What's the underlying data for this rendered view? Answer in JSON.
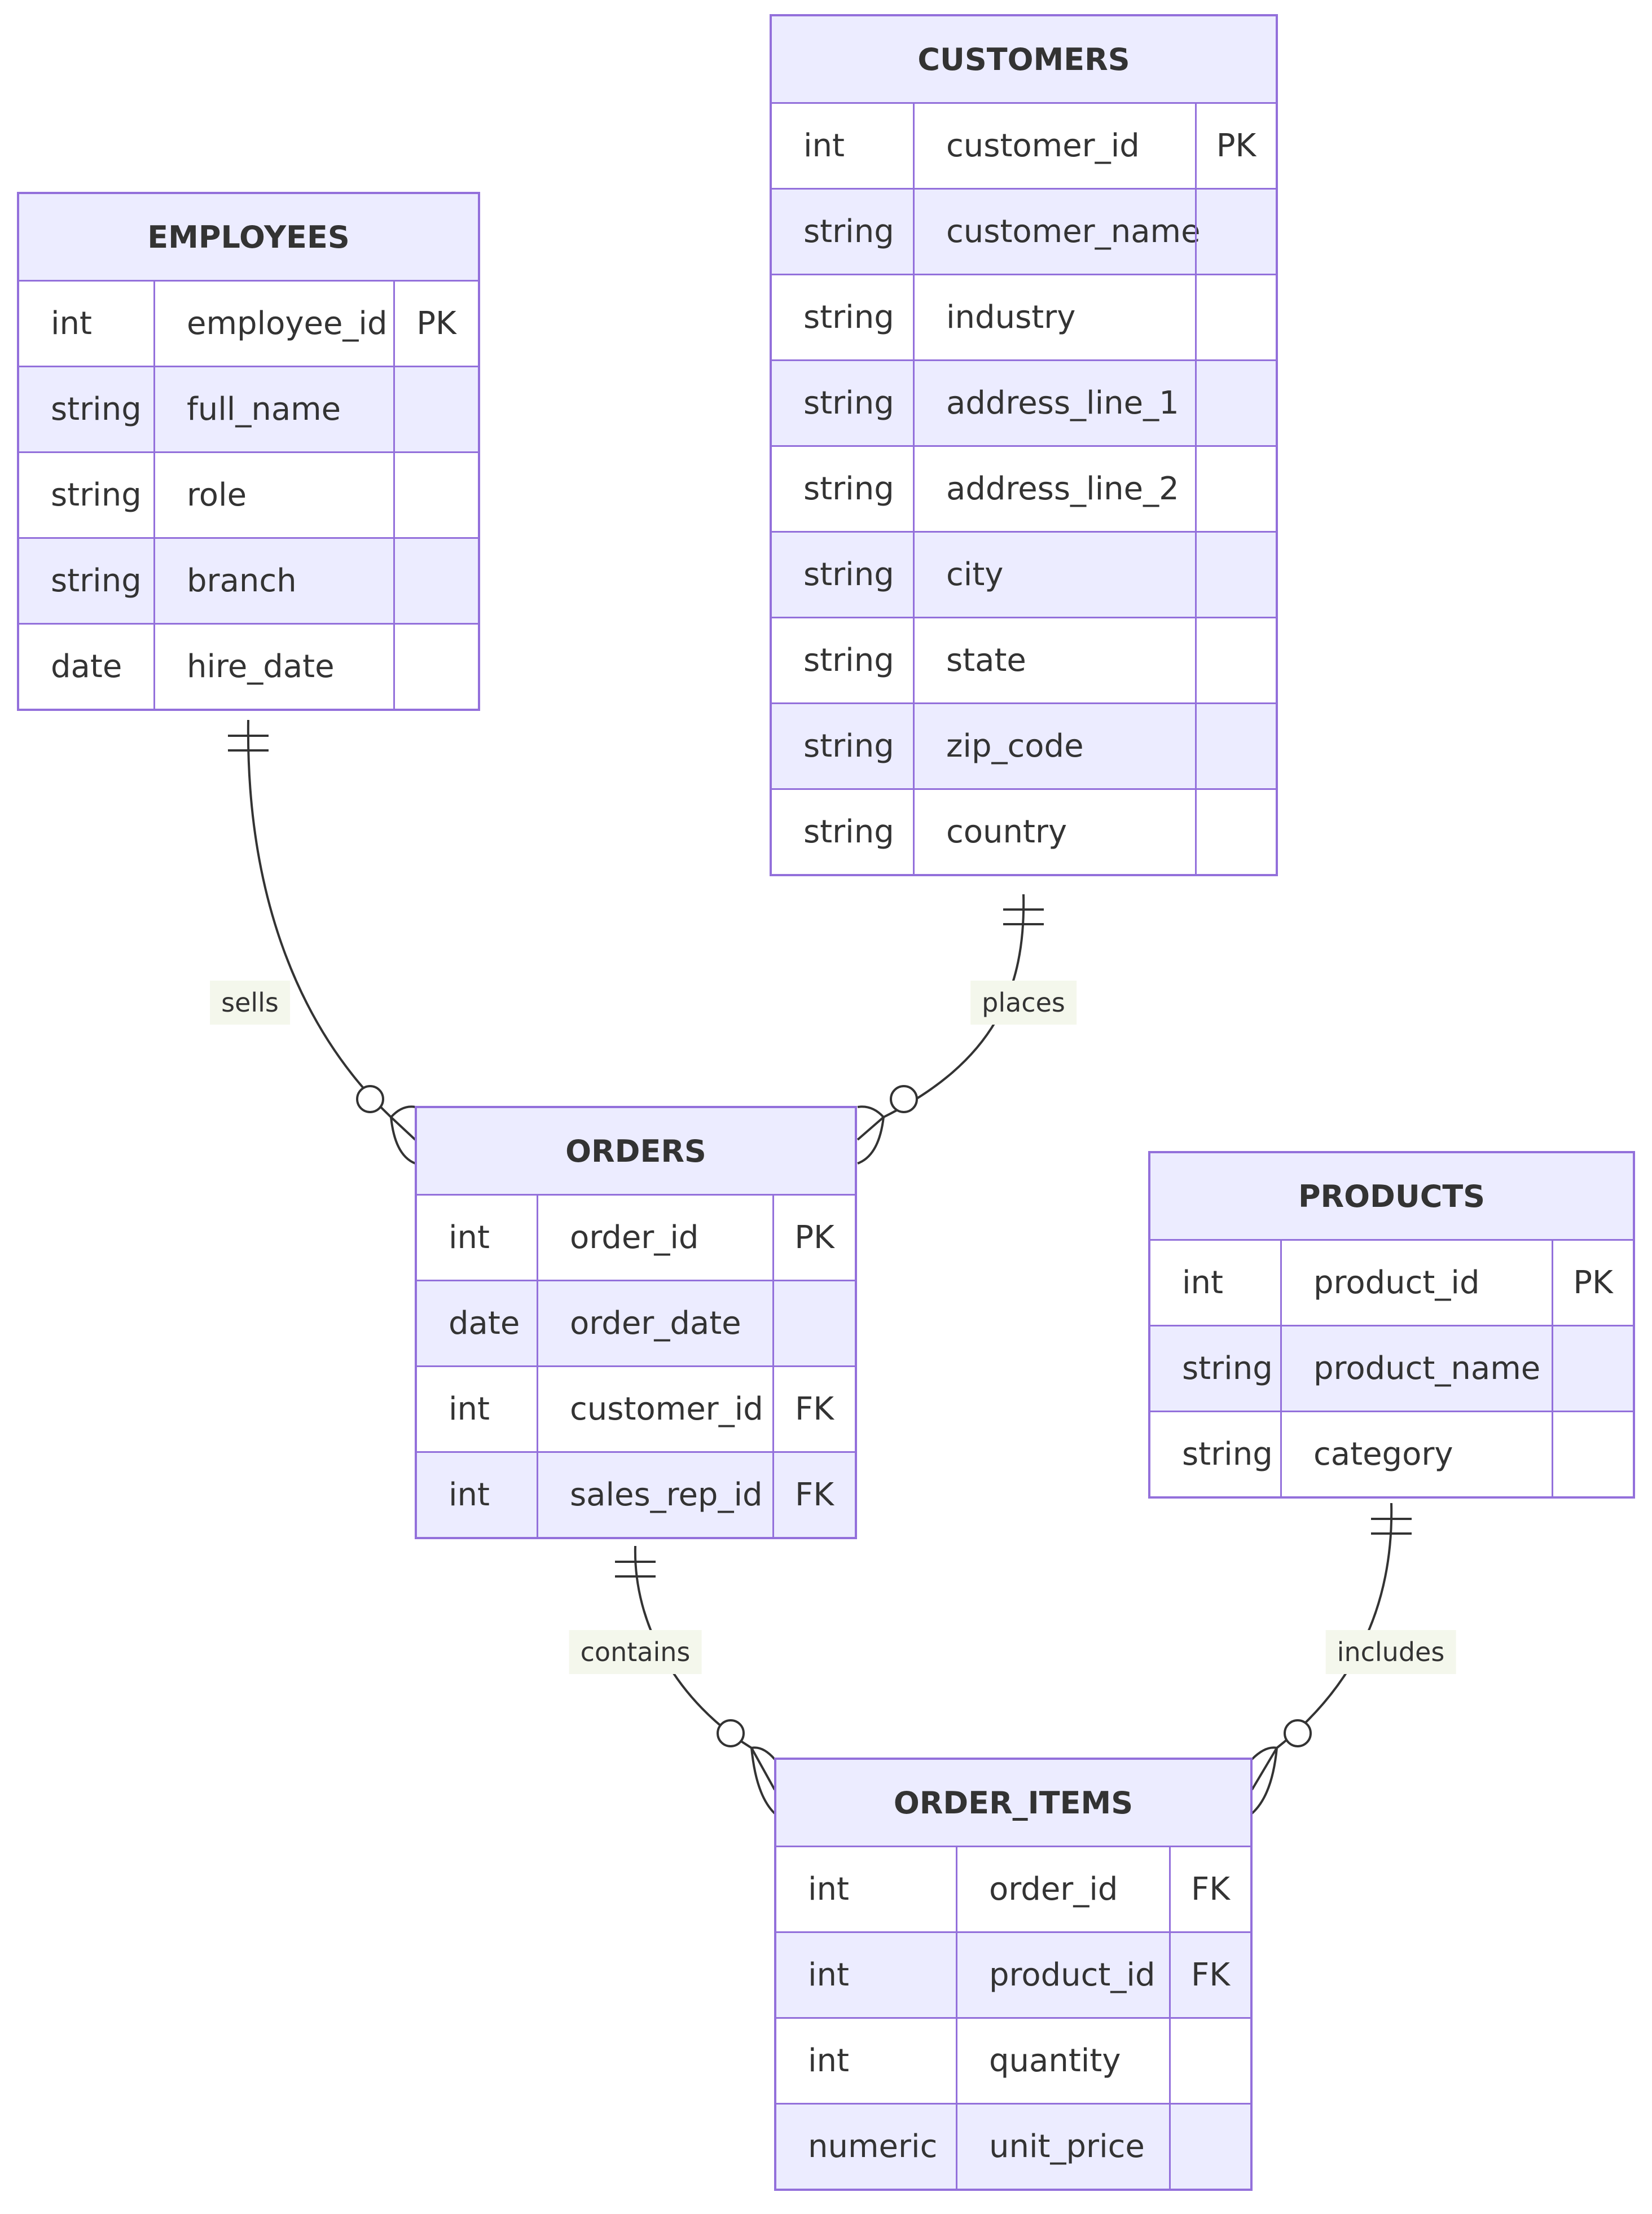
{
  "diagram": {
    "type": "entity-relationship",
    "colors": {
      "border": "#9370DB",
      "header_fill": "#ECECFF",
      "row_even_fill": "#ECECFF",
      "row_odd_fill": "#ffffff",
      "line": "#333333",
      "text": "#333333",
      "label_bg": "#f4f7ec"
    },
    "entities": [
      {
        "name": "EMPLOYEES",
        "columns": [
          {
            "type": "int",
            "name": "employee_id",
            "key": "PK"
          },
          {
            "type": "string",
            "name": "full_name",
            "key": ""
          },
          {
            "type": "string",
            "name": "role",
            "key": ""
          },
          {
            "type": "string",
            "name": "branch",
            "key": ""
          },
          {
            "type": "date",
            "name": "hire_date",
            "key": ""
          }
        ]
      },
      {
        "name": "CUSTOMERS",
        "columns": [
          {
            "type": "int",
            "name": "customer_id",
            "key": "PK"
          },
          {
            "type": "string",
            "name": "customer_name",
            "key": ""
          },
          {
            "type": "string",
            "name": "industry",
            "key": ""
          },
          {
            "type": "string",
            "name": "address_line_1",
            "key": ""
          },
          {
            "type": "string",
            "name": "address_line_2",
            "key": ""
          },
          {
            "type": "string",
            "name": "city",
            "key": ""
          },
          {
            "type": "string",
            "name": "state",
            "key": ""
          },
          {
            "type": "string",
            "name": "zip_code",
            "key": ""
          },
          {
            "type": "string",
            "name": "country",
            "key": ""
          }
        ]
      },
      {
        "name": "ORDERS",
        "columns": [
          {
            "type": "int",
            "name": "order_id",
            "key": "PK"
          },
          {
            "type": "date",
            "name": "order_date",
            "key": ""
          },
          {
            "type": "int",
            "name": "customer_id",
            "key": "FK"
          },
          {
            "type": "int",
            "name": "sales_rep_id",
            "key": "FK"
          }
        ]
      },
      {
        "name": "PRODUCTS",
        "columns": [
          {
            "type": "int",
            "name": "product_id",
            "key": "PK"
          },
          {
            "type": "string",
            "name": "product_name",
            "key": ""
          },
          {
            "type": "string",
            "name": "category",
            "key": ""
          }
        ]
      },
      {
        "name": "ORDER_ITEMS",
        "columns": [
          {
            "type": "int",
            "name": "order_id",
            "key": "FK"
          },
          {
            "type": "int",
            "name": "product_id",
            "key": "FK"
          },
          {
            "type": "int",
            "name": "quantity",
            "key": ""
          },
          {
            "type": "numeric",
            "name": "unit_price",
            "key": ""
          }
        ]
      }
    ],
    "relationships": [
      {
        "from": "EMPLOYEES",
        "to": "ORDERS",
        "label": "sells",
        "from_cardinality": "exactly-one",
        "to_cardinality": "zero-or-many"
      },
      {
        "from": "CUSTOMERS",
        "to": "ORDERS",
        "label": "places",
        "from_cardinality": "exactly-one",
        "to_cardinality": "zero-or-many"
      },
      {
        "from": "ORDERS",
        "to": "ORDER_ITEMS",
        "label": "contains",
        "from_cardinality": "exactly-one",
        "to_cardinality": "zero-or-many"
      },
      {
        "from": "PRODUCTS",
        "to": "ORDER_ITEMS",
        "label": "includes",
        "from_cardinality": "exactly-one",
        "to_cardinality": "zero-or-many"
      }
    ]
  }
}
